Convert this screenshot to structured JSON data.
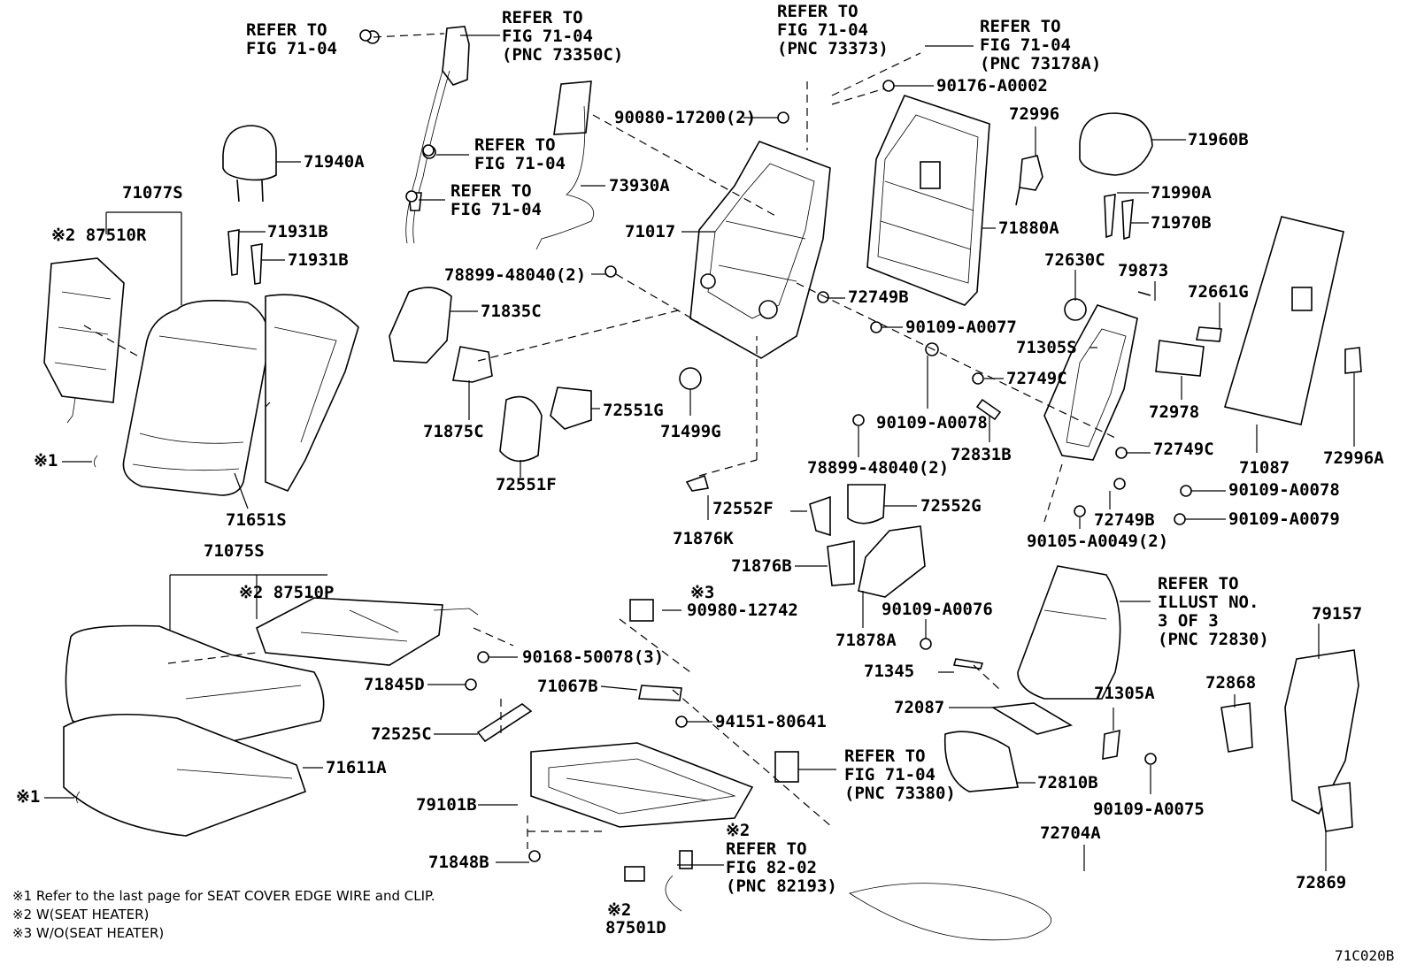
{
  "diagram": {
    "callouts": [
      {
        "id": "refer-7104-a",
        "lines": [
          "REFER TO",
          "FIG 71-04"
        ]
      },
      {
        "id": "refer-73350c",
        "lines": [
          "REFER TO",
          "FIG 71-04",
          "(PNC 73350C)"
        ]
      },
      {
        "id": "refer-73373",
        "lines": [
          "REFER TO",
          "FIG 71-04",
          "(PNC 73373)"
        ]
      },
      {
        "id": "refer-73178a",
        "lines": [
          "REFER TO",
          "FIG 71-04",
          "(PNC 73178A)"
        ]
      },
      {
        "id": "refer-7104-b",
        "lines": [
          "REFER TO",
          "FIG 71-04"
        ]
      },
      {
        "id": "refer-7104-c",
        "lines": [
          "REFER TO",
          "FIG 71-04"
        ]
      },
      {
        "id": "refer-illust",
        "lines": [
          "REFER TO",
          "ILLUST NO.",
          "3 OF 3",
          "(PNC 72830)"
        ]
      },
      {
        "id": "refer-73380",
        "lines": [
          "REFER TO",
          "FIG 71-04",
          "(PNC 73380)"
        ]
      },
      {
        "id": "refer-82193",
        "lines": [
          "※2",
          "REFER TO",
          "FIG 82-02",
          "(PNC 82193)"
        ]
      }
    ],
    "parts": [
      {
        "id": "p90176",
        "text": "90176-A0002"
      },
      {
        "id": "p90080",
        "text": "90080-17200(2)"
      },
      {
        "id": "p72996",
        "text": "72996"
      },
      {
        "id": "p71960b",
        "text": "71960B"
      },
      {
        "id": "p71940a",
        "text": "71940A"
      },
      {
        "id": "p73930a",
        "text": "73930A"
      },
      {
        "id": "p71077s",
        "text": "71077S"
      },
      {
        "id": "p87510r",
        "text": "※2 87510R"
      },
      {
        "id": "p71990a",
        "text": "71990A"
      },
      {
        "id": "p71931b1",
        "text": "71931B"
      },
      {
        "id": "p71017",
        "text": "71017"
      },
      {
        "id": "p71880a",
        "text": "71880A"
      },
      {
        "id": "p71970b",
        "text": "71970B"
      },
      {
        "id": "p71931b2",
        "text": "71931B"
      },
      {
        "id": "p72630c",
        "text": "72630C"
      },
      {
        "id": "p79873",
        "text": "79873"
      },
      {
        "id": "p78899a",
        "text": "78899-48040(2)"
      },
      {
        "id": "p72749b1",
        "text": "72749B"
      },
      {
        "id": "p72661g",
        "text": "72661G"
      },
      {
        "id": "p71835c",
        "text": "71835C"
      },
      {
        "id": "p90109_77",
        "text": "90109-A0077"
      },
      {
        "id": "p71305s",
        "text": "71305S"
      },
      {
        "id": "p72749c1",
        "text": "72749C"
      },
      {
        "id": "p72551g",
        "text": "72551G"
      },
      {
        "id": "p72978",
        "text": "72978"
      },
      {
        "id": "p90109_78a",
        "text": "90109-A0078"
      },
      {
        "id": "p71875c",
        "text": "71875C"
      },
      {
        "id": "p71499g",
        "text": "71499G"
      },
      {
        "id": "p72831b",
        "text": "72831B"
      },
      {
        "id": "p72749c2",
        "text": "72749C"
      },
      {
        "id": "p71087",
        "text": "71087"
      },
      {
        "id": "p72996a",
        "text": "72996A"
      },
      {
        "id": "p78899b",
        "text": "78899-48040(2)"
      },
      {
        "id": "p72551f",
        "text": "72551F"
      },
      {
        "id": "p90109_78b",
        "text": "90109-A0078"
      },
      {
        "id": "p72552f",
        "text": "72552F"
      },
      {
        "id": "p72552g",
        "text": "72552G"
      },
      {
        "id": "p71651s",
        "text": "71651S"
      },
      {
        "id": "p72749b2",
        "text": "72749B"
      },
      {
        "id": "p90109_79",
        "text": "90109-A0079"
      },
      {
        "id": "p71876k",
        "text": "71876K"
      },
      {
        "id": "p90105",
        "text": "90105-A0049(2)"
      },
      {
        "id": "p71075s",
        "text": "71075S"
      },
      {
        "id": "p71876b",
        "text": "71876B"
      },
      {
        "id": "p87510p",
        "text": "※2 87510P"
      },
      {
        "id": "p3mark",
        "text": "※3"
      },
      {
        "id": "p90980",
        "text": "90980-12742"
      },
      {
        "id": "p90109_76",
        "text": "90109-A0076"
      },
      {
        "id": "p79157",
        "text": "79157"
      },
      {
        "id": "p71878a",
        "text": "71878A"
      },
      {
        "id": "p90168",
        "text": "90168-50078(3)"
      },
      {
        "id": "p71345",
        "text": "71345"
      },
      {
        "id": "p71845d",
        "text": "71845D"
      },
      {
        "id": "p71067b",
        "text": "71067B"
      },
      {
        "id": "p72868",
        "text": "72868"
      },
      {
        "id": "p71305a",
        "text": "71305A"
      },
      {
        "id": "p72087",
        "text": "72087"
      },
      {
        "id": "p94151",
        "text": "94151-80641"
      },
      {
        "id": "p72525c",
        "text": "72525C"
      },
      {
        "id": "p71611a",
        "text": "71611A"
      },
      {
        "id": "p72810b",
        "text": "72810B"
      },
      {
        "id": "p79101b",
        "text": "79101B"
      },
      {
        "id": "p90109_75",
        "text": "90109-A0075"
      },
      {
        "id": "p72704a",
        "text": "72704A"
      },
      {
        "id": "p71848b",
        "text": "71848B"
      },
      {
        "id": "p72869",
        "text": "72869"
      },
      {
        "id": "p87501d",
        "text": "87501D"
      },
      {
        "id": "p87501d_mark",
        "text": "※2"
      },
      {
        "id": "clip1a",
        "text": "※1"
      },
      {
        "id": "clip1b",
        "text": "※1"
      }
    ],
    "notes": [
      "※1  Refer to the last page for SEAT COVER EDGE WIRE and CLIP.",
      "※2  W(SEAT HEATER)",
      "※3  W/O(SEAT HEATER)"
    ],
    "figure_code": "71C020B"
  }
}
